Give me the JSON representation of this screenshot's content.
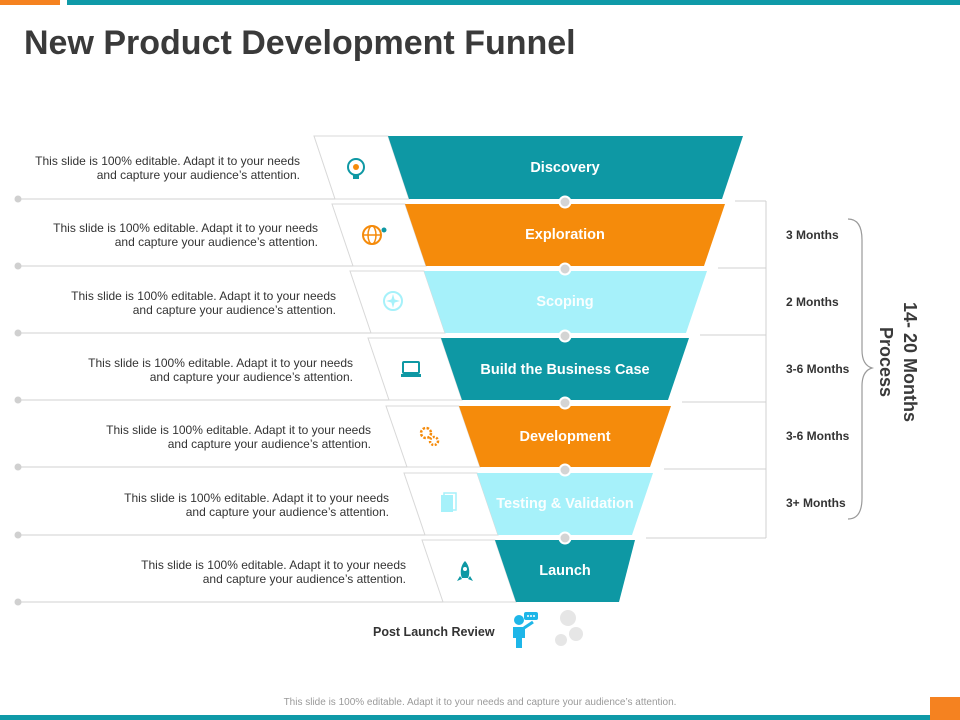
{
  "title": "New Product Development Funnel",
  "stages": [
    {
      "label": "Discovery",
      "icon": "lightbulb-icon",
      "color": "#0E98A4",
      "description_line1": "This slide is 100% editable. Adapt it to your needs",
      "description_line2": "and capture your audience’s attention."
    },
    {
      "label": "Exploration",
      "icon": "globe-icon",
      "color": "#F58B0B",
      "description_line1": "This slide is 100% editable. Adapt it to your needs",
      "description_line2": "and capture your audience’s attention."
    },
    {
      "label": "Scoping",
      "icon": "compass-icon",
      "color": "#A6F1FA",
      "description_line1": "This slide is 100% editable. Adapt it to your needs",
      "description_line2": "and capture your audience’s attention."
    },
    {
      "label": "Build the Business Case",
      "icon": "laptop-icon",
      "color": "#0E98A4",
      "description_line1": "This slide is 100% editable. Adapt it to your needs",
      "description_line2": "and capture your audience’s attention."
    },
    {
      "label": "Development",
      "icon": "gears-icon",
      "color": "#F58B0B",
      "description_line1": "This slide is 100% editable. Adapt it to your needs",
      "description_line2": "and capture your audience’s attention."
    },
    {
      "label": "Testing & Validation",
      "icon": "document-icon",
      "color": "#A6F1FA",
      "description_line1": "This slide is 100% editable. Adapt it to your needs",
      "description_line2": "and capture your audience’s attention."
    },
    {
      "label": "Launch",
      "icon": "rocket-icon",
      "color": "#0E98A4",
      "description_line1": "This slide is 100% editable. Adapt it to your needs",
      "description_line2": "and capture your audience’s attention."
    }
  ],
  "durations": [
    "3 Months",
    "2 Months",
    "3-6 Months",
    "3-6 Months",
    "3+ Months"
  ],
  "total": {
    "line1": "14- 20 Months",
    "line2": "Process"
  },
  "post_launch": {
    "label": "Post Launch Review",
    "icon": "presenter-icon"
  },
  "footer": "This slide is 100% editable.  Adapt it to your needs and capture your audience’s attention.",
  "colors": {
    "teal": "#0E98A4",
    "orange": "#F58B0B",
    "light_cyan": "#A6F1FA",
    "title": "#3A3A3A"
  }
}
